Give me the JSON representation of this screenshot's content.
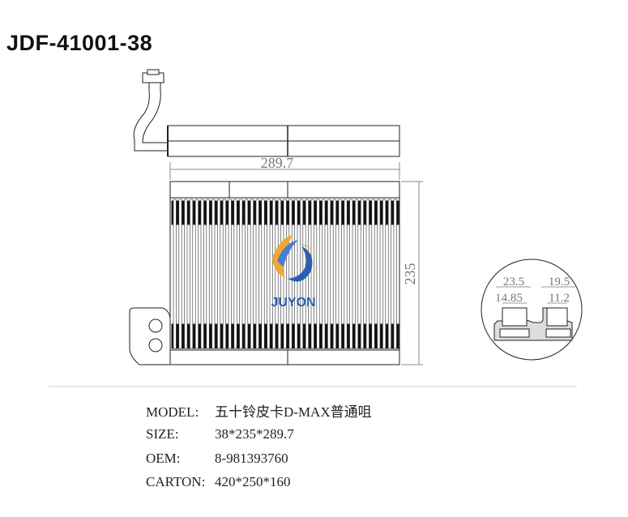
{
  "title": "JDF-41001-38",
  "dimensions": {
    "width": "289.7",
    "height": "235",
    "detail_a": "23.5",
    "detail_b": "19.5",
    "detail_c": "14.85",
    "detail_d": "11.2"
  },
  "logo": {
    "text": "JUYON",
    "colors": {
      "orange": "#f0a830",
      "blue": "#2c5fb0"
    }
  },
  "specs": [
    {
      "label": "MODEL:",
      "value": "五十铃皮卡D-MAX普通咀"
    },
    {
      "label": "SIZE:",
      "value": "38*235*289.7"
    },
    {
      "label": "OEM:",
      "value": "8-981393760"
    },
    {
      "label": "CARTON:",
      "value": "420*250*160"
    }
  ]
}
